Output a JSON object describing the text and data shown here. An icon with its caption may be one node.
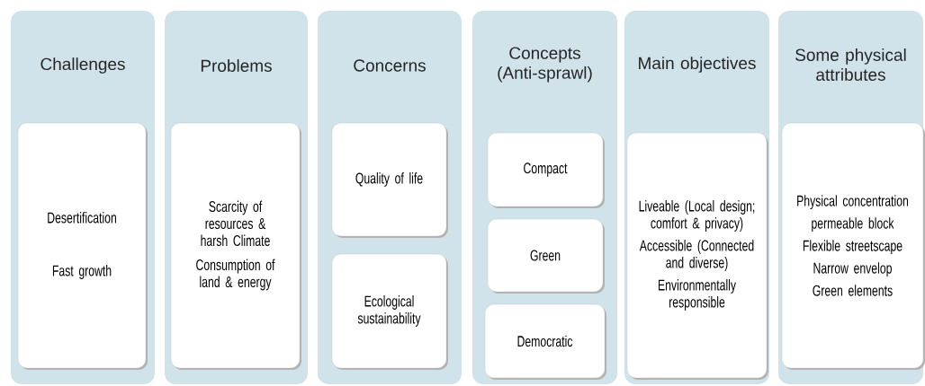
{
  "diagram": {
    "nodes": [
      {
        "text": [
          "Challenges"
        ]
      },
      {
        "text": [
          "Desertification",
          "Fast growth"
        ],
        "in": 0
      },
      {
        "text": [
          "Problems"
        ]
      },
      {
        "text": [
          "Scarcity of resources & harsh Climate",
          "Consumption of land & energy"
        ],
        "in": 2
      },
      {
        "text": [
          "Concerns"
        ]
      },
      {
        "text": [
          "Quality of life"
        ],
        "in": 4
      },
      {
        "text": [
          "Ecological sustainability"
        ],
        "in": 4
      },
      {
        "text": [
          "Concepts (Anti-sprawl)"
        ]
      },
      {
        "text": [
          "Compact"
        ],
        "in": 7
      },
      {
        "text": [
          "Green"
        ],
        "in": 7
      },
      {
        "text": [
          "Democratic"
        ],
        "in": 7
      },
      {
        "text": [
          "Main objectives"
        ]
      },
      {
        "text": [
          "Liveable (Local design; comfort & privacy)",
          "Accessible (Connected and diverse)",
          "Environmentally responsible"
        ],
        "in": 11
      },
      {
        "text": [
          "Some physical attributes"
        ]
      },
      {
        "text": [
          "Physical concentration",
          "permeable block",
          "Flexible streetscape",
          "Narrow envelop",
          "Green elements"
        ],
        "in": 13
      }
    ]
  }
}
